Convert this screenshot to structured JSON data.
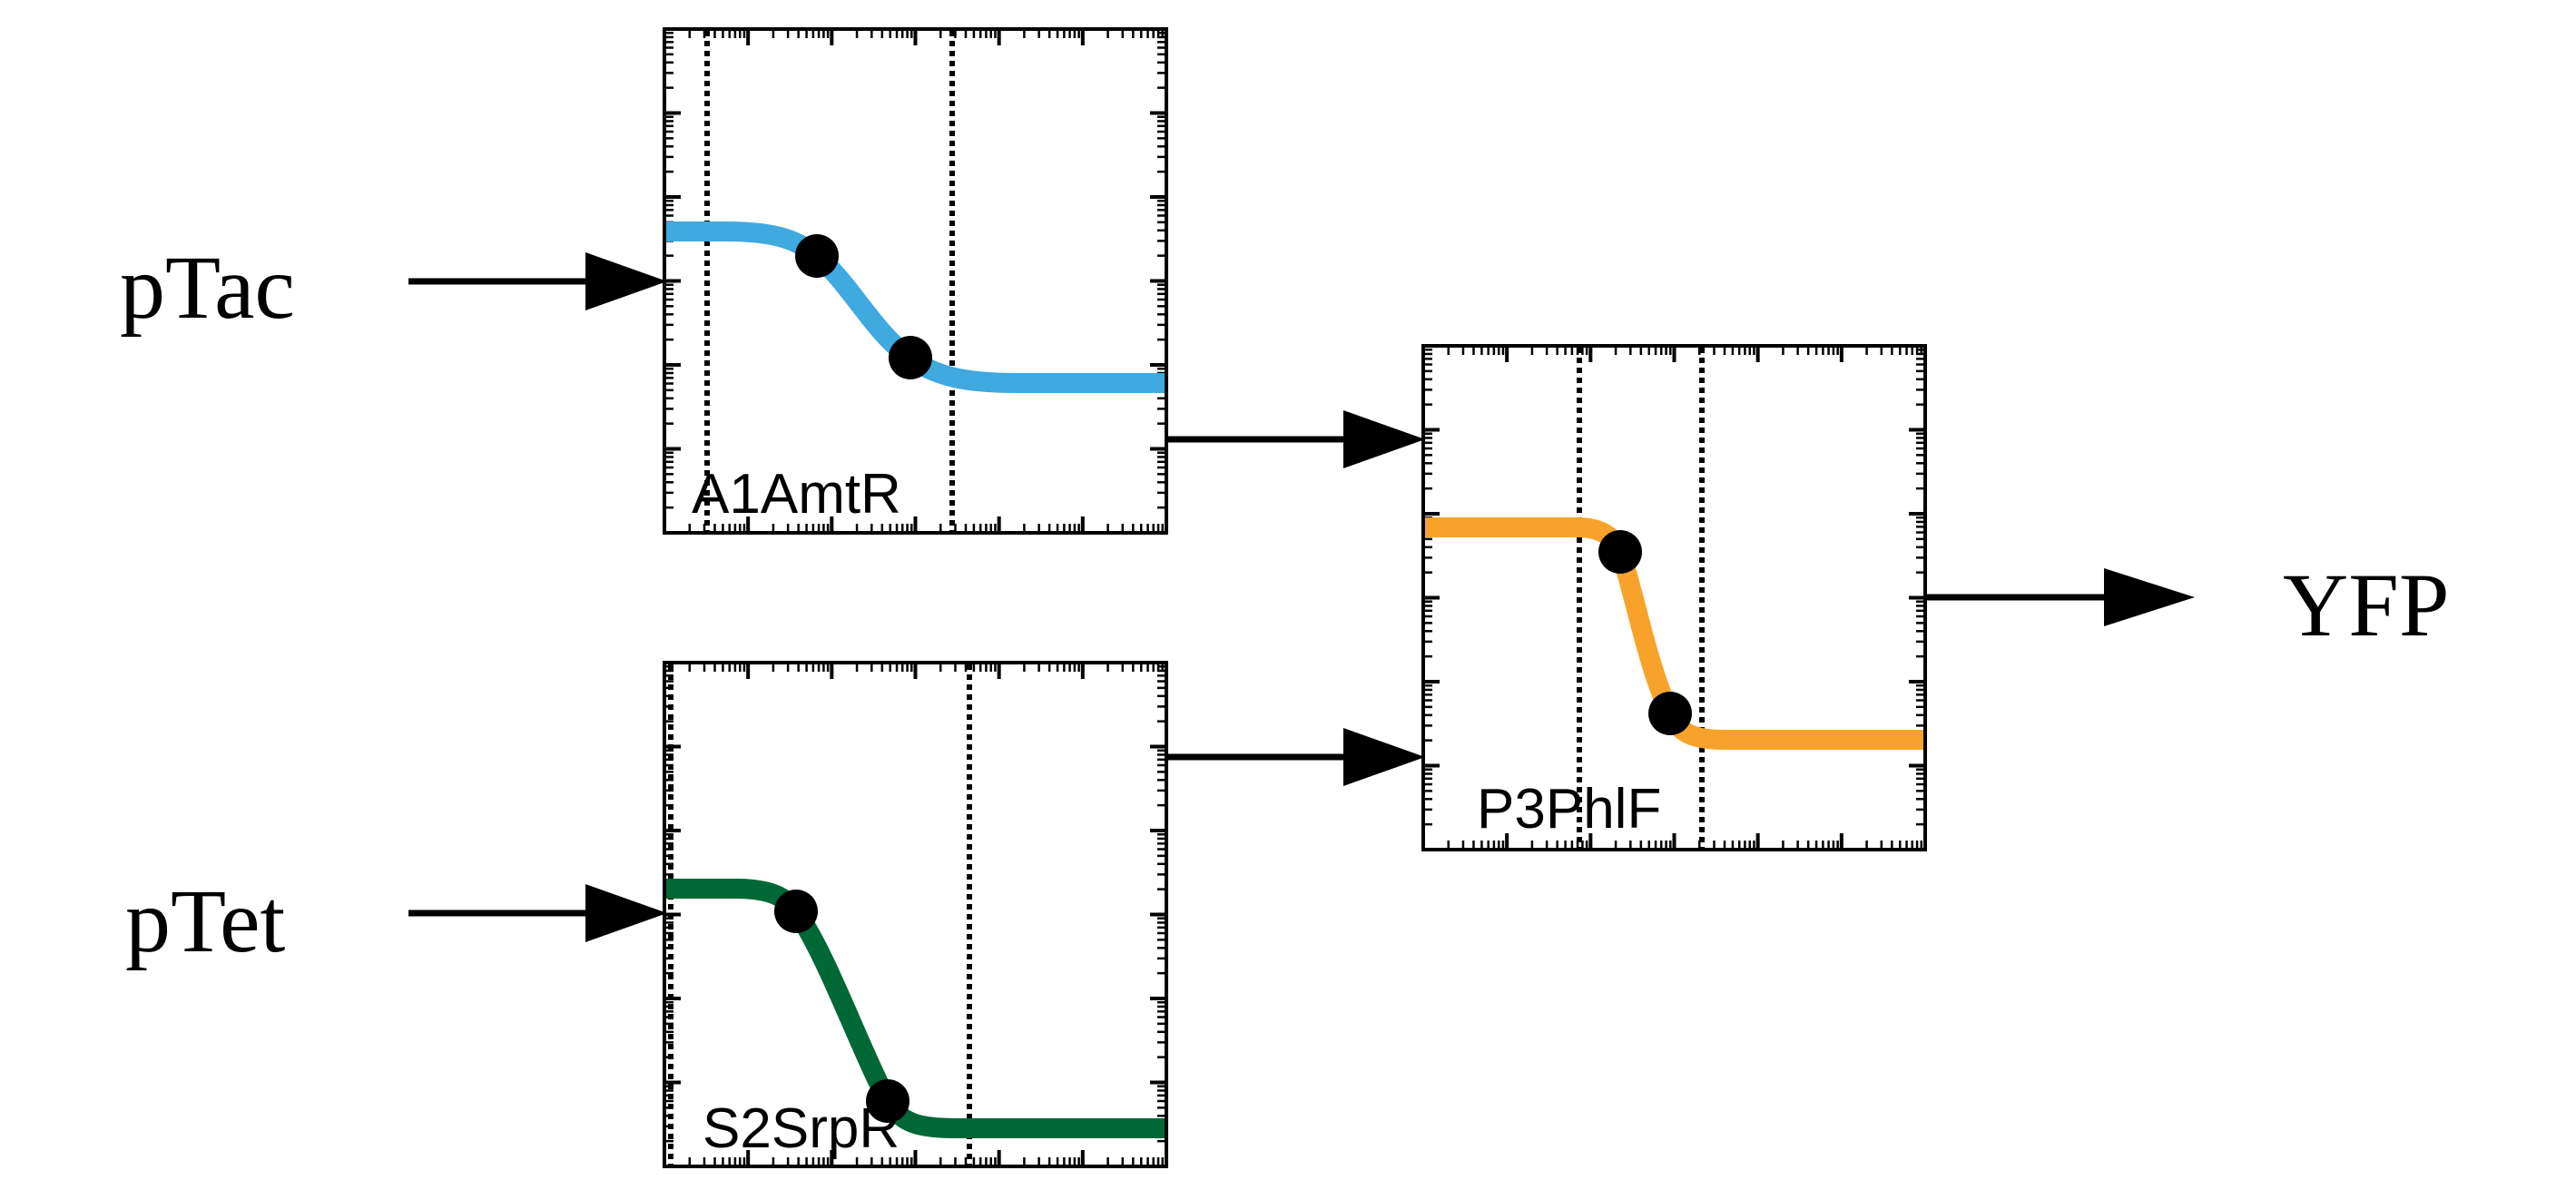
{
  "inputs": {
    "ptac": "pTac",
    "ptet": "pTet"
  },
  "output": "YFP",
  "gates": {
    "a1amtr": {
      "label": "A1AmtR",
      "color": "#3fa9e0"
    },
    "s2srpr": {
      "label": "S2SrpR",
      "color": "#006837"
    },
    "p3phlf": {
      "label": "P3PhlF",
      "color": "#f7a32b"
    }
  }
}
